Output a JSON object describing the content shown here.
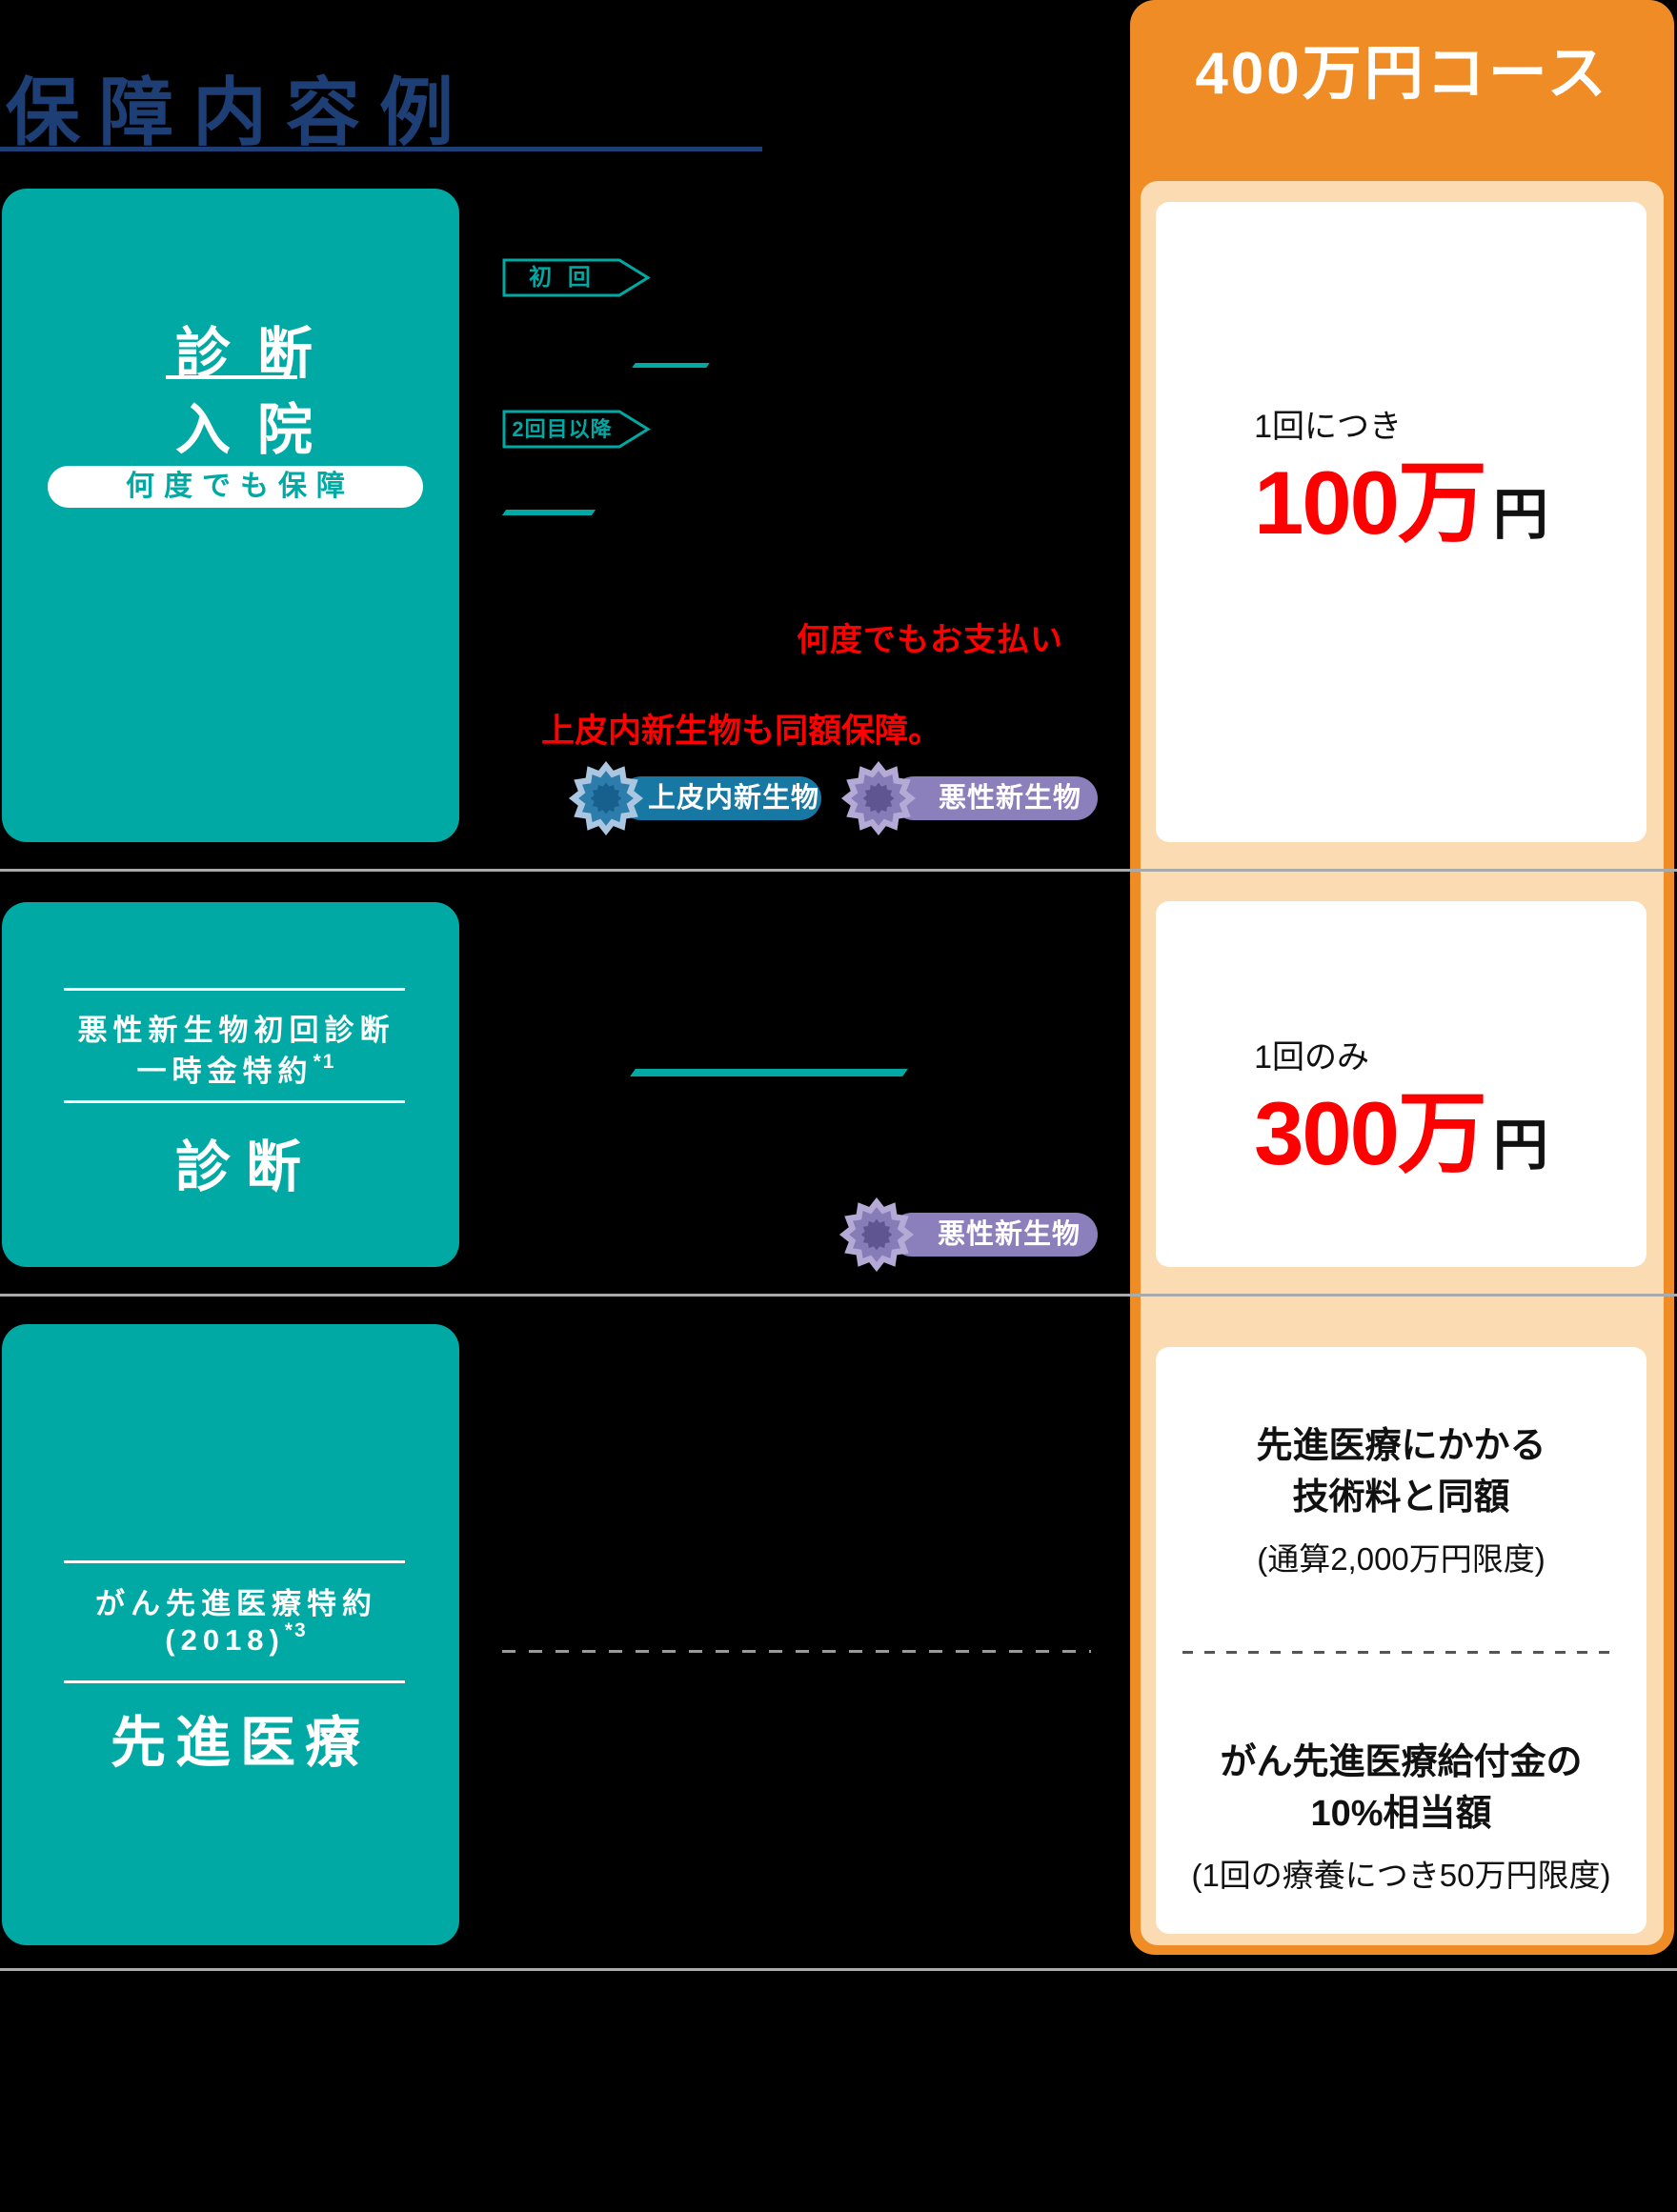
{
  "title": "保障内容例",
  "course": {
    "header": "400万円コース"
  },
  "row1": {
    "category_line1": "診断",
    "category_line2": "入院",
    "badge": "何度でも保障",
    "tag_first": "初 回",
    "tag_next": "2回目以降",
    "red_note_pay": "何度でもお支払い",
    "red_note_same": "上皮内新生物も同額保障。",
    "pill_intraepithelial": "上皮内新生物",
    "pill_malignant": "悪性新生物",
    "benefit_label": "1回につき",
    "benefit_amount": "100万",
    "benefit_unit": "円"
  },
  "row2": {
    "rider_line1": "悪性新生物初回診断",
    "rider_line2": "一時金特約",
    "rider_footnote": "*1",
    "category": "診断",
    "pill_malignant": "悪性新生物",
    "benefit_label": "1回のみ",
    "benefit_amount": "300万",
    "benefit_unit": "円"
  },
  "row3": {
    "rider_line1": "がん先進医療特約",
    "rider_line2": "(2018)",
    "rider_footnote": "*3",
    "category": "先進医療",
    "benefit_top_line1": "先進医療にかかる",
    "benefit_top_line2": "技術料と同額",
    "benefit_top_note": "(通算2,000万円限度)",
    "benefit_bottom_line1": "がん先進医療給付金の",
    "benefit_bottom_line2": "10%相当額",
    "benefit_bottom_note": "(1回の療養につき50万円限度)"
  },
  "icons": {
    "starburst_blue": "starburst-icon",
    "starburst_purple": "starburst-icon",
    "arrow_tag": "arrow-tag-outline"
  },
  "colors": {
    "background": "#000000",
    "title_navy": "#1d3f76",
    "teal": "#00a9a3",
    "orange": "#ef8c25",
    "peach": "#fbdcb2",
    "card_white": "#ffffff",
    "red": "#fe0000",
    "badge_blue": "#1878a4",
    "badge_purple": "#8b80bb",
    "separator_gray": "#aaaaaa"
  }
}
